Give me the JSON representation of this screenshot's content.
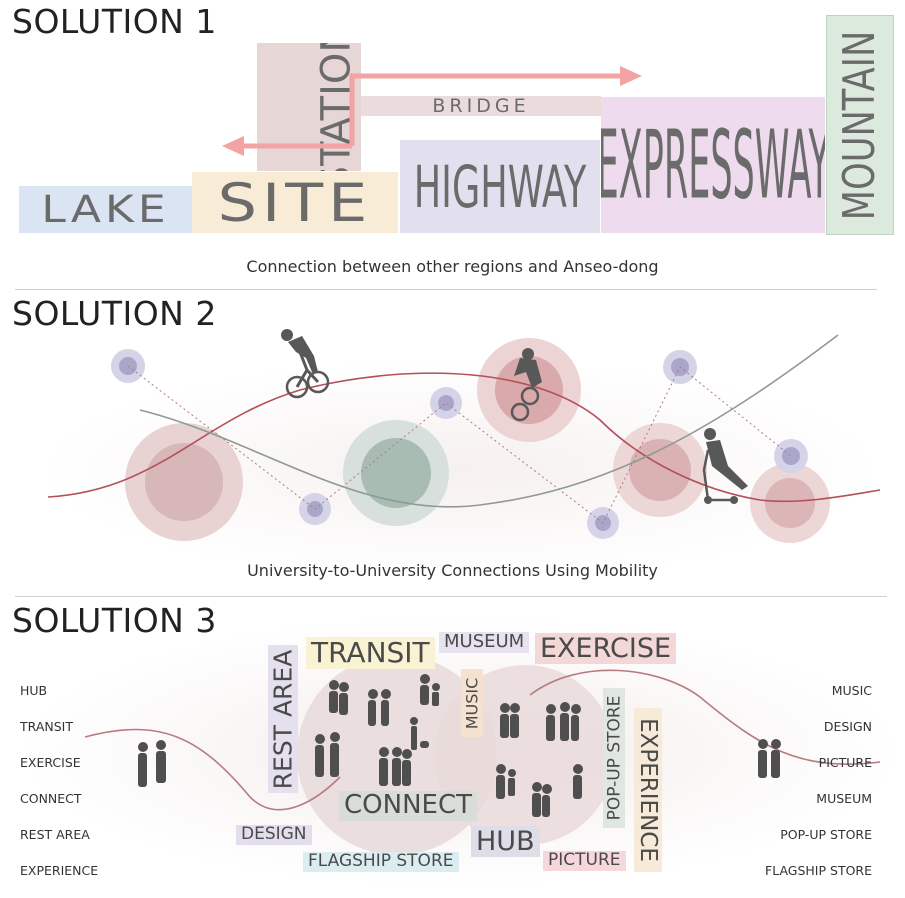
{
  "solution1": {
    "title": "SOLUTION 1",
    "caption": "Connection between other regions and Anseo-dong",
    "words": {
      "lake": "LAKE",
      "site": "SITE",
      "station": "STATION",
      "bridge": "BRIDGE",
      "highway": "HIGHWAY",
      "expressway": "EXPRESSWAY",
      "mountain": "MOUNTAIN"
    },
    "colors": {
      "lake": "#dbe4f2",
      "site": "#f8ecd6",
      "station": "#e7d6d6",
      "bridge": "#eadcdc",
      "highway": "#e2e0ee",
      "expressway": "#eedbee",
      "mountain": "#dbeadd",
      "arrow": "#f2a3a3"
    }
  },
  "solution2": {
    "title": "SOLUTION 2",
    "caption": "University-to-University Connections Using Mobility"
  },
  "solution3": {
    "title": "SOLUTION 3",
    "tags": {
      "transit": "TRANSIT",
      "museum": "MUSEUM",
      "exercise": "EXERCISE",
      "rest_area": "REST AREA",
      "music": "MUSIC",
      "pop_up_store": "POP-UP STORE",
      "experience": "EXPERIENCE",
      "connect": "CONNECT",
      "design": "DESIGN",
      "hub": "HUB",
      "flagship_store": "FLAGSHIP STORE",
      "picture": "PICTURE"
    },
    "left_list": [
      "HUB",
      "TRANSIT",
      "EXERCISE",
      "CONNECT",
      "REST AREA",
      "EXPERIENCE"
    ],
    "right_list": [
      "MUSIC",
      "DESIGN",
      "PICTURE",
      "MUSEUM",
      "POP-UP STORE",
      "FLAGSHIP STORE"
    ]
  }
}
